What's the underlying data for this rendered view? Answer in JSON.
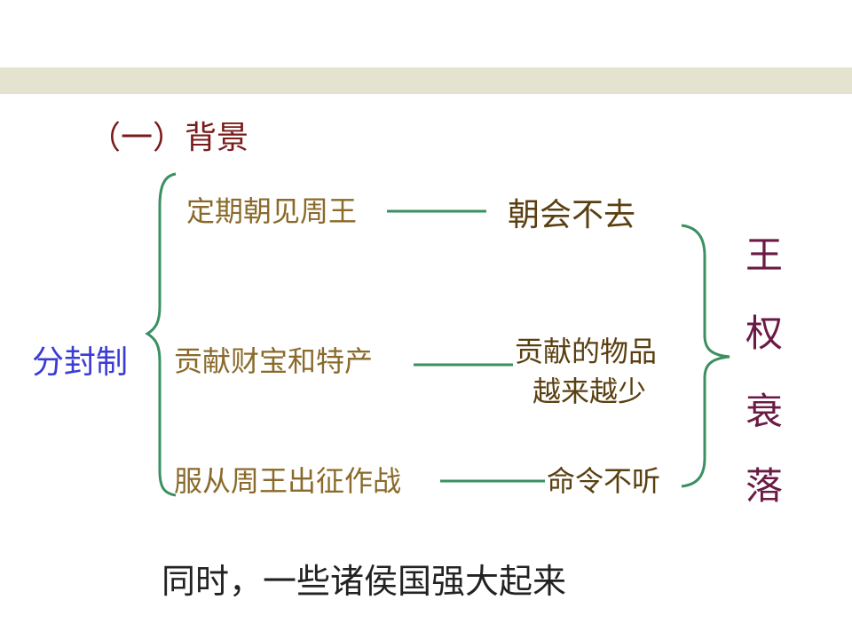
{
  "heading": "（一）背景",
  "root": "分封制",
  "items": [
    {
      "obligation": "定期朝见周王",
      "result_lines": [
        "朝会不去"
      ]
    },
    {
      "obligation": "贡献财宝和特产",
      "result_lines": [
        "贡献的物品",
        "越来越少"
      ]
    },
    {
      "obligation": "服从周王出征作战",
      "result_lines": [
        "命令不听"
      ]
    }
  ],
  "conclusion": [
    "王",
    "权",
    "衰",
    "落"
  ],
  "footer": "同时，一些诸侯国强大起来",
  "colors": {
    "band": "#e3e3d0",
    "bracket": "#3a9060",
    "heading": "#7a1a1a",
    "root": "#3b3bd6",
    "obligation": "#8a6a2a",
    "result": "#5a3f10",
    "conclusion": "#6b1a45",
    "footer": "#222222"
  }
}
